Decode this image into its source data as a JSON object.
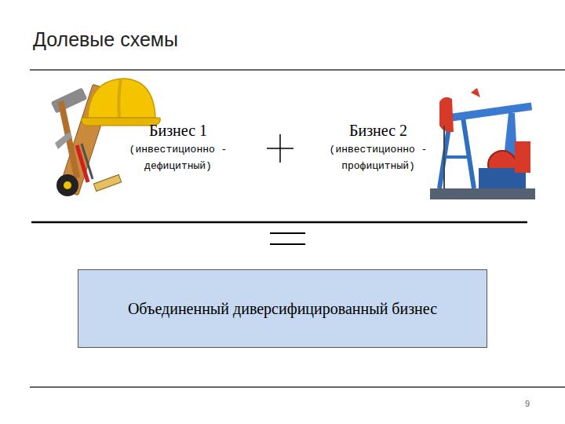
{
  "diagram": {
    "title": "Долевые схемы",
    "nodes": [
      {
        "text": [
          "Объединенный диверсифицированный бизнес"
        ]
      }
    ],
    "labels": [
      "Бизнес 1",
      "(инвестиционно - дефицитный)",
      "Бизнес 2",
      "(инвестиционно - профицитный)",
      "9"
    ]
  }
}
